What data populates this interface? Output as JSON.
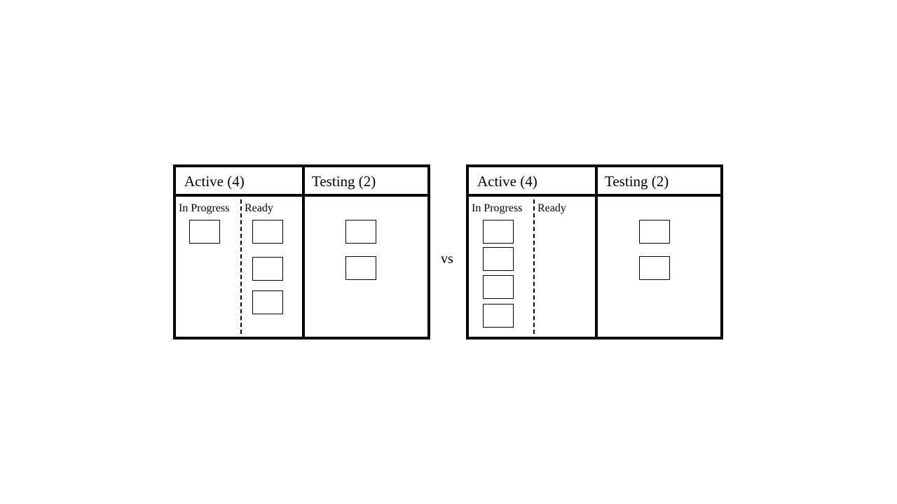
{
  "boards": [
    {
      "active_title": "Active (4)",
      "testing_title": "Testing (2)",
      "in_progress_label": "In Progress",
      "ready_label": "Ready",
      "in_progress_cards": 1,
      "ready_cards": 3,
      "testing_cards": 2
    },
    {
      "active_title": "Active (4)",
      "testing_title": "Testing (2)",
      "in_progress_label": "In Progress",
      "ready_label": "Ready",
      "in_progress_cards": 4,
      "ready_cards": 0,
      "testing_cards": 2
    }
  ],
  "separator_label": "vs"
}
